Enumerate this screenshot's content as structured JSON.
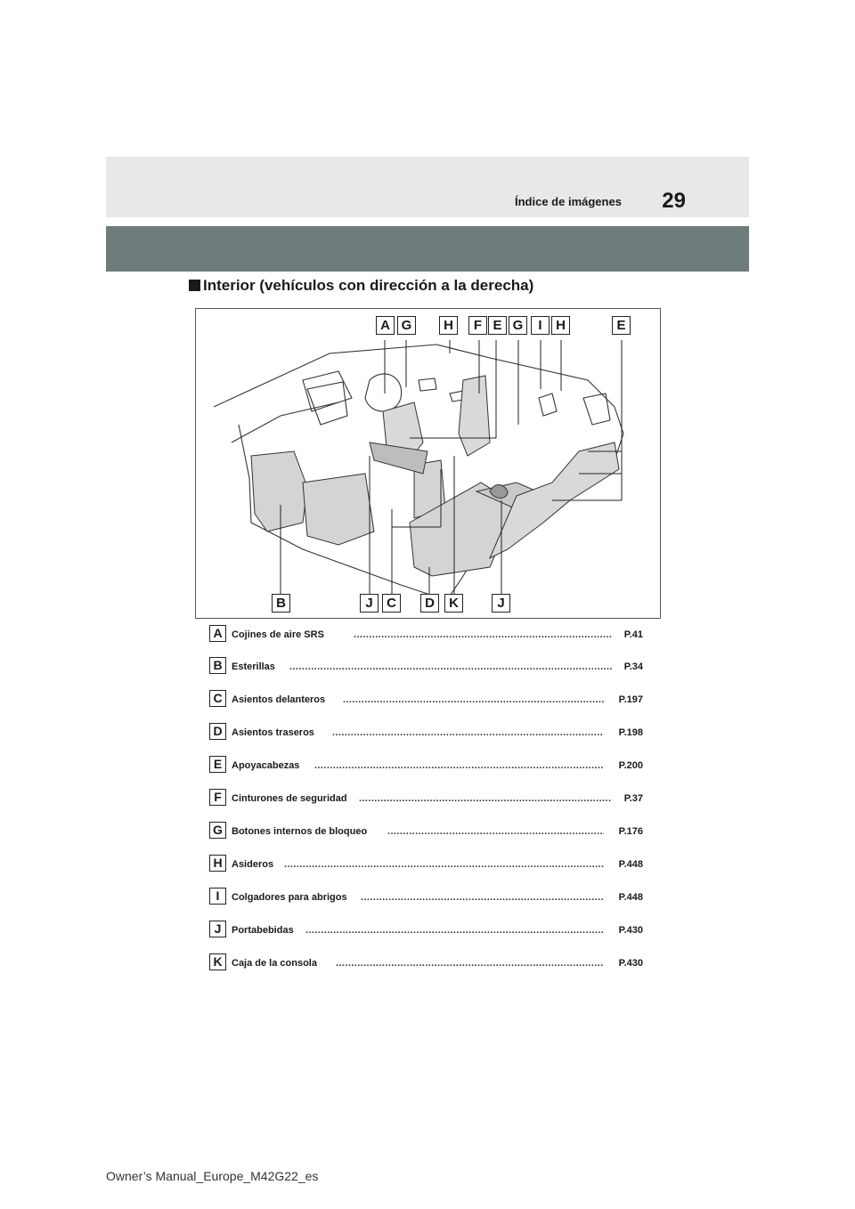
{
  "header": {
    "page_number": "29",
    "section": "Índice de imágenes"
  },
  "heading": "Interior (vehículos con dirección a la derecha)",
  "figure": {
    "callouts_top": [
      "A",
      "G",
      "H",
      "F",
      "E",
      "G",
      "I",
      "H",
      "E"
    ],
    "callouts_bottom": [
      "B",
      "J",
      "C",
      "D",
      "K",
      "J"
    ]
  },
  "index": [
    {
      "letter": "A",
      "text": "Cojines de aire SRS",
      "page": "P.41"
    },
    {
      "letter": "B",
      "text": "Esterillas",
      "page": "P.34"
    },
    {
      "letter": "C",
      "text": "Asientos delanteros",
      "page": "P.197"
    },
    {
      "letter": "D",
      "text": "Asientos traseros",
      "page": "P.198"
    },
    {
      "letter": "E",
      "text": "Apoyacabezas",
      "page": "P.200"
    },
    {
      "letter": "F",
      "text": "Cinturones de seguridad",
      "page": "P.37"
    },
    {
      "letter": "G",
      "text": "Botones internos de bloqueo",
      "page": "P.176"
    },
    {
      "letter": "H",
      "text": "Asideros",
      "page": "P.448"
    },
    {
      "letter": "I",
      "text": "Colgadores para abrigos",
      "page": "P.448"
    },
    {
      "letter": "J",
      "text": "Portabebidas",
      "page": "P.430"
    },
    {
      "letter": "K",
      "text": "Caja de la consola",
      "page": "P.430"
    }
  ],
  "footer": "Owner’s Manual_Europe_M42G22_es"
}
